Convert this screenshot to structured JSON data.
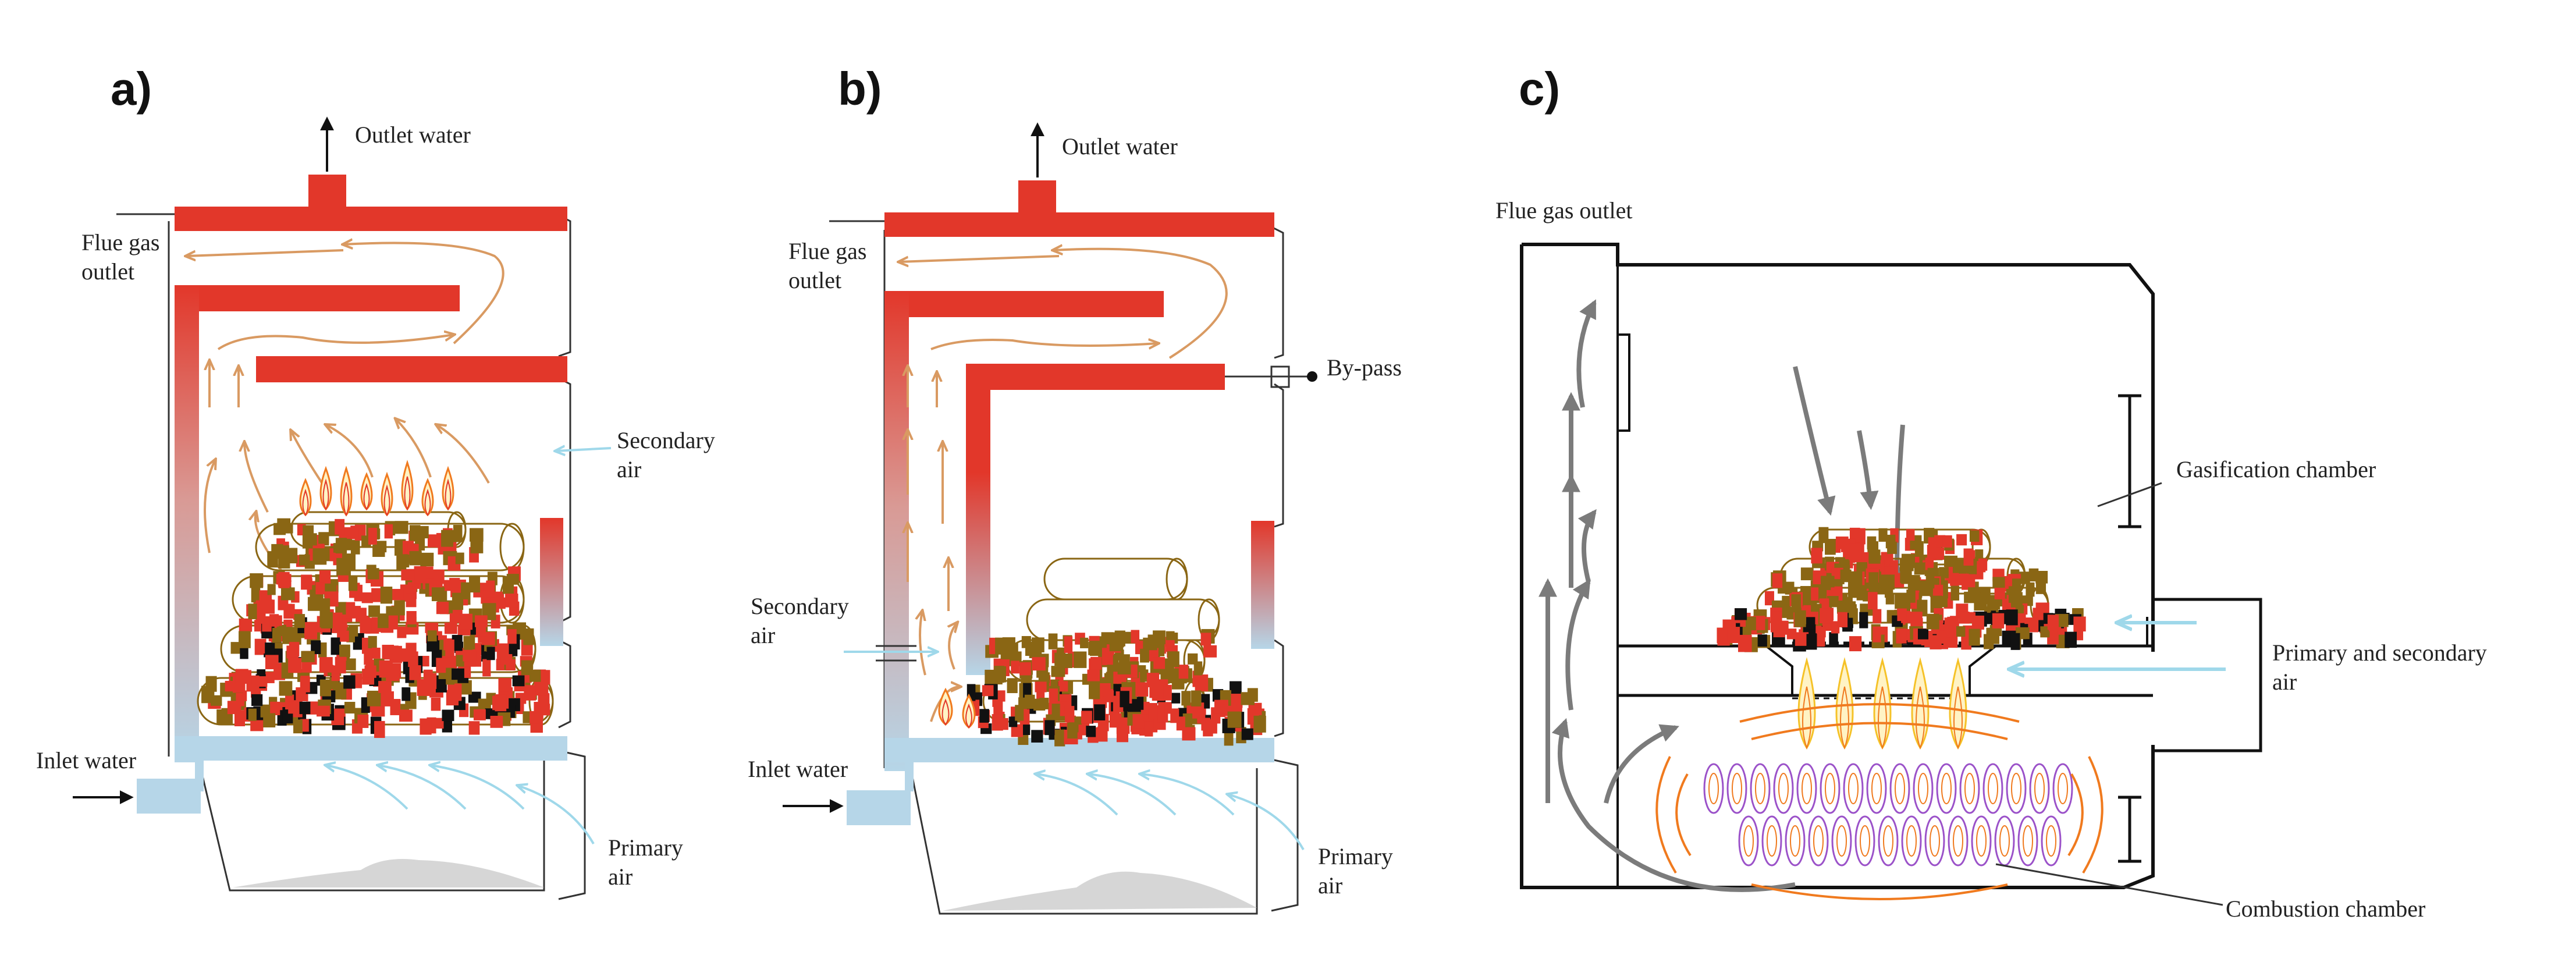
{
  "panels": {
    "a": {
      "letter": "a)",
      "outlet_water": "Outlet water",
      "flue_gas_line1": "Flue gas",
      "flue_gas_line2": "outlet",
      "secondary_air_line1": "Secondary",
      "secondary_air_line2": "air",
      "inlet_water": "Inlet water",
      "primary_air_line1": "Primary",
      "primary_air_line2": "air"
    },
    "b": {
      "letter": "b)",
      "outlet_water": "Outlet water",
      "flue_gas_line1": "Flue gas",
      "flue_gas_line2": "outlet",
      "by_pass": "By-pass",
      "secondary_air_line1": "Secondary",
      "secondary_air_line2": "air",
      "inlet_water": "Inlet water",
      "primary_air_line1": "Primary",
      "primary_air_line2": "air"
    },
    "c": {
      "letter": "c)",
      "flue_gas_outlet": "Flue gas outlet",
      "gasification_chamber": "Gasification chamber",
      "primary_secondary_line1": "Primary and secondary",
      "primary_secondary_line2": "air",
      "combustion_chamber": "Combustion chamber"
    }
  },
  "colors": {
    "hot_water": "#e2372a",
    "cold_water": "#b6d6e8",
    "gas_flow": "#d99a62",
    "air_flow": "#9fd8ea",
    "wood": "#8a6614",
    "ember": "#e2372a",
    "char": "#111111",
    "ash": "#d6d6d6",
    "gas_arrow_c": "#7b7b7b",
    "flame_purple": "#9b52c9",
    "flame_orange": "#f07a1e"
  }
}
